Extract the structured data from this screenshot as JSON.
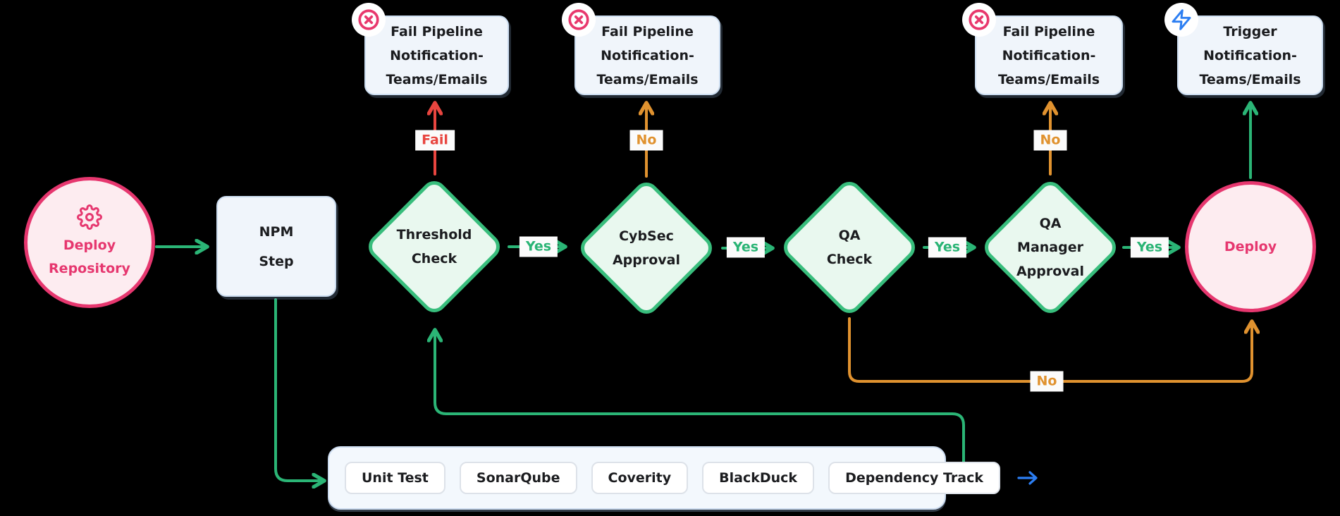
{
  "diagram": {
    "title": "CI/CD deployment pipeline flowchart",
    "nodes": {
      "deploy_repository": "Deploy\nRepository",
      "npm_step": "NPM\nStep",
      "threshold_check": "Threshold\nCheck",
      "cybsec_approval": "CybSec\nApproval",
      "qa_check": "QA\nCheck",
      "qa_manager_approval": "QA\nManager\nApproval",
      "deploy": "Deploy"
    },
    "notifications": {
      "fail": "Fail Pipeline\nNotification-\nTeams/Emails",
      "trigger": "Trigger\nNotification-\nTeams/Emails"
    },
    "edge_labels": {
      "yes": "Yes",
      "no": "No",
      "fail": "Fail"
    },
    "tools": [
      "Unit Test",
      "SonarQube",
      "Coverity",
      "BlackDuck",
      "Dependency Track"
    ],
    "icons": {
      "gear": "gear-icon",
      "fail_badge": "circle-x-icon",
      "trigger_badge": "lightning-icon",
      "bar_next": "right-arrow-icon"
    },
    "colors": {
      "background": "#000000",
      "green": "#2bb576",
      "diamond_border": "#38bd7c",
      "diamond_fill": "#e9f8ef",
      "pink": "#e6376f",
      "pink_fill": "#fdecf0",
      "red": "#e8453f",
      "orange": "#e0922f",
      "blue": "#2c7ef2",
      "box_fill": "#f0f5fb",
      "box_border": "#ccddf0",
      "dark_text": "#1b1c1f"
    }
  }
}
